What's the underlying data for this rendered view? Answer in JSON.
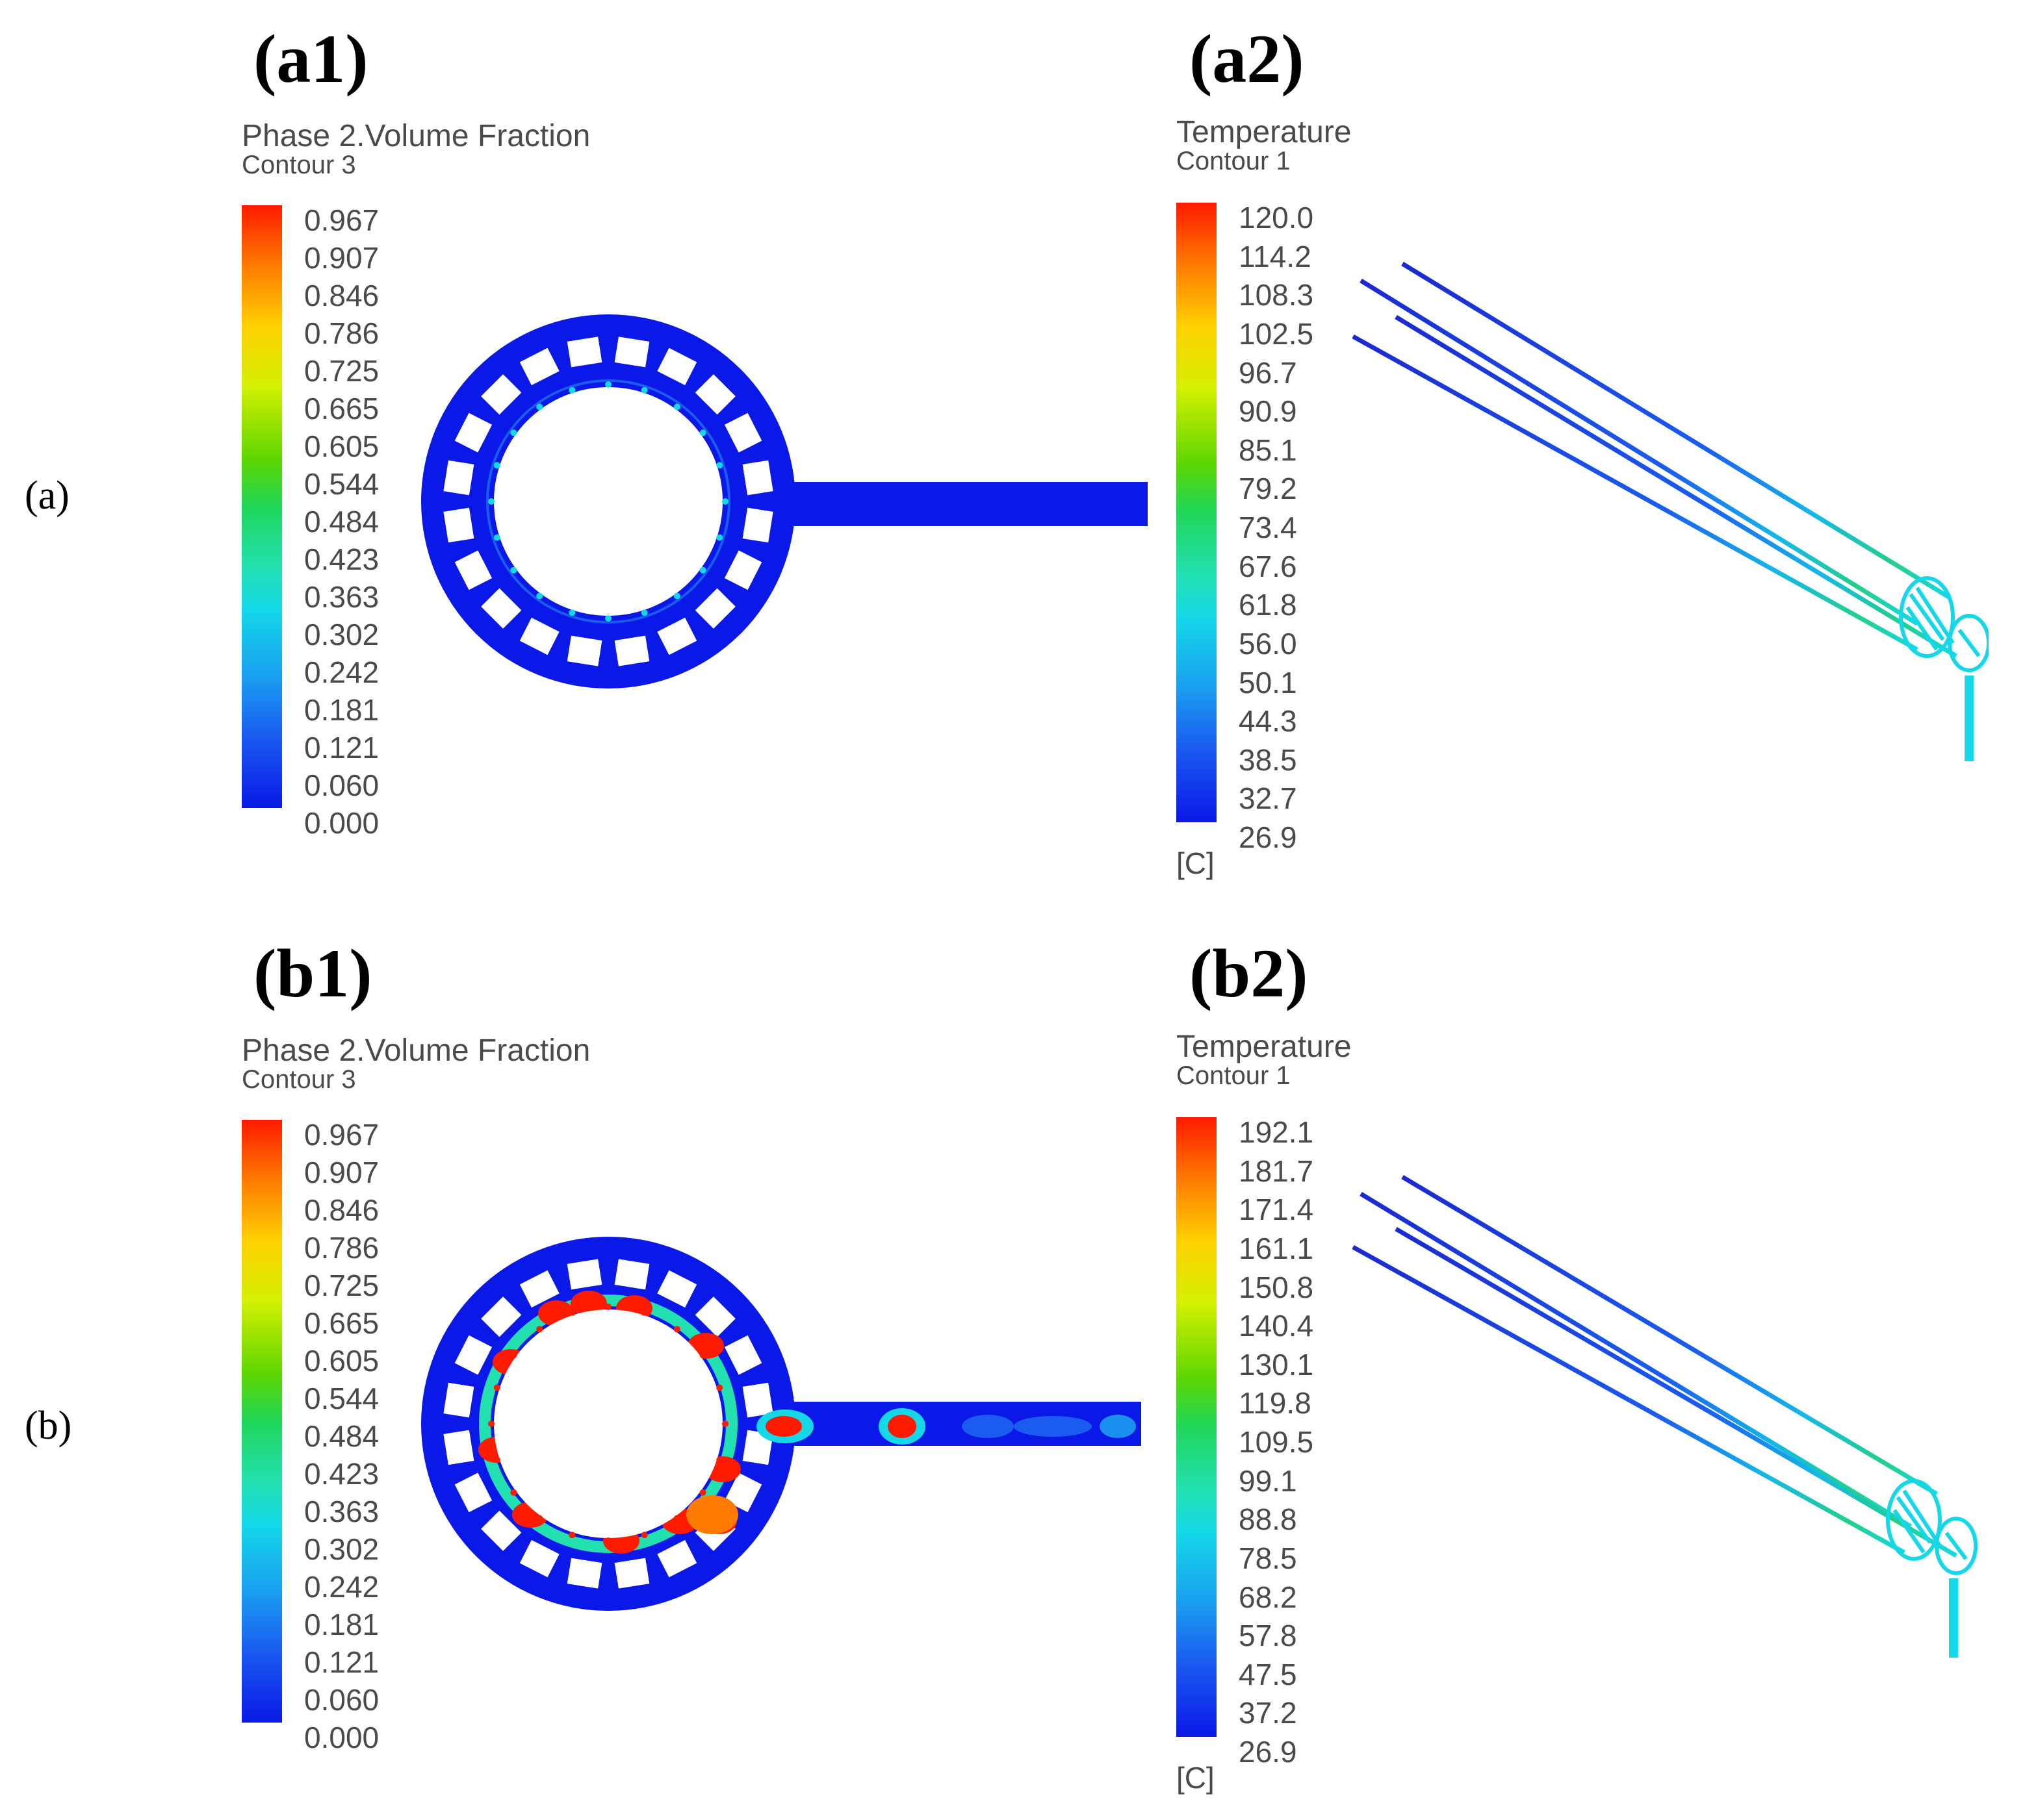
{
  "rows": [
    {
      "label": "(a)"
    },
    {
      "label": "(b)"
    }
  ],
  "panels": {
    "a1": {
      "label": "(a1)",
      "legend_title": "Phase 2.Volume Fraction",
      "legend_subtitle": "Contour 3",
      "ticks": [
        "0.967",
        "0.907",
        "0.846",
        "0.786",
        "0.725",
        "0.665",
        "0.605",
        "0.544",
        "0.484",
        "0.423",
        "0.363",
        "0.302",
        "0.242",
        "0.181",
        "0.121",
        "0.060",
        "0.000"
      ]
    },
    "a2": {
      "label": "(a2)",
      "legend_title": "Temperature",
      "legend_subtitle": "Contour 1",
      "ticks": [
        "120.0",
        "114.2",
        "108.3",
        "102.5",
        "96.7",
        "90.9",
        "85.1",
        "79.2",
        "73.4",
        "67.6",
        "61.8",
        "56.0",
        "50.1",
        "44.3",
        "38.5",
        "32.7",
        "26.9"
      ],
      "unit": "[C]"
    },
    "b1": {
      "label": "(b1)",
      "legend_title": "Phase 2.Volume Fraction",
      "legend_subtitle": "Contour 3",
      "ticks": [
        "0.967",
        "0.907",
        "0.846",
        "0.786",
        "0.725",
        "0.665",
        "0.605",
        "0.544",
        "0.484",
        "0.423",
        "0.363",
        "0.302",
        "0.242",
        "0.181",
        "0.121",
        "0.060",
        "0.000"
      ]
    },
    "b2": {
      "label": "(b2)",
      "legend_title": "Temperature",
      "legend_subtitle": "Contour 1",
      "ticks": [
        "192.1",
        "181.7",
        "171.4",
        "161.1",
        "150.8",
        "140.4",
        "130.1",
        "119.8",
        "109.5",
        "99.1",
        "88.8",
        "78.5",
        "68.2",
        "57.8",
        "47.5",
        "37.2",
        "26.9"
      ],
      "unit": "[C]"
    }
  },
  "colors": {
    "low": "#0a18e8",
    "mid": "#1fd65a",
    "high": "#ff1a00",
    "cyan": "#14d8e8"
  }
}
